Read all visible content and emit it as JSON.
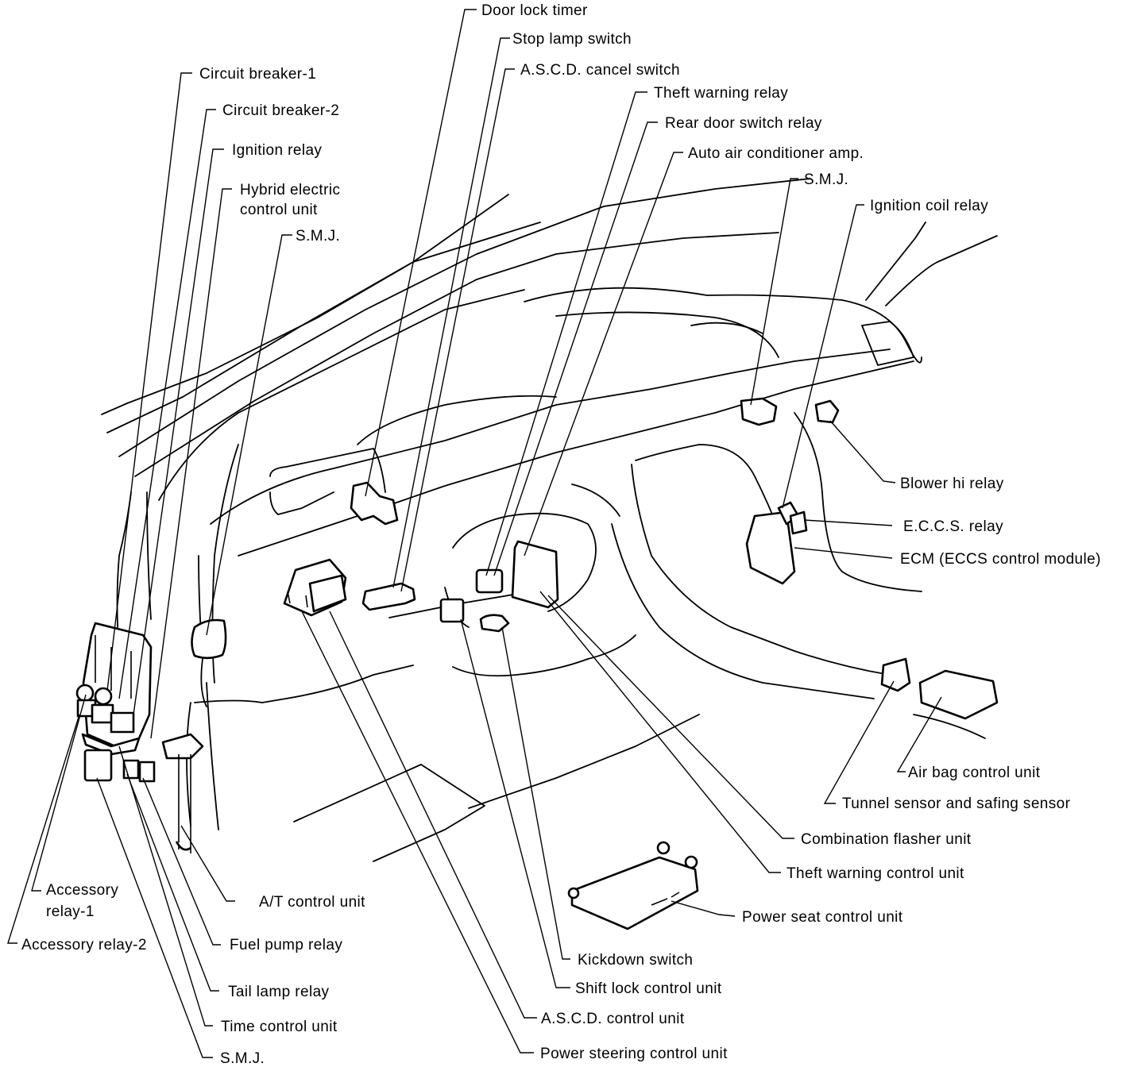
{
  "diagram": {
    "title": "Electrical units location",
    "colors": {
      "ink": "#000000",
      "background": "#ffffff"
    },
    "labels": [
      {
        "id": "door-lock-timer",
        "text": "Door lock timer"
      },
      {
        "id": "stop-lamp-switch",
        "text": "Stop lamp switch"
      },
      {
        "id": "ascd-cancel-switch",
        "text": "A.S.C.D. cancel switch"
      },
      {
        "id": "theft-warning-relay",
        "text": "Theft warning relay"
      },
      {
        "id": "rear-door-switch-relay",
        "text": "Rear door switch relay"
      },
      {
        "id": "auto-air-conditioner-amp",
        "text": "Auto air conditioner amp."
      },
      {
        "id": "smj-right",
        "text": "S.M.J."
      },
      {
        "id": "ignition-coil-relay",
        "text": "Ignition coil relay"
      },
      {
        "id": "circuit-breaker-1",
        "text": "Circuit breaker-1"
      },
      {
        "id": "circuit-breaker-2",
        "text": "Circuit breaker-2"
      },
      {
        "id": "ignition-relay",
        "text": "Ignition relay"
      },
      {
        "id": "hybrid-electric-control-unit",
        "text": "Hybrid electric",
        "text2": "control unit"
      },
      {
        "id": "smj-left-top",
        "text": "S.M.J."
      },
      {
        "id": "blower-hi-relay",
        "text": "Blower hi relay"
      },
      {
        "id": "eccs-relay",
        "text": "E.C.C.S. relay"
      },
      {
        "id": "ecm",
        "text": "ECM (ECCS control module)"
      },
      {
        "id": "air-bag-control-unit",
        "text": "Air bag control unit"
      },
      {
        "id": "tunnel-sensor",
        "text": "Tunnel sensor and safing sensor"
      },
      {
        "id": "combination-flasher-unit",
        "text": "Combination flasher unit"
      },
      {
        "id": "theft-warning-control-unit",
        "text": "Theft warning control unit"
      },
      {
        "id": "power-seat-control-unit",
        "text": "Power seat control unit"
      },
      {
        "id": "kickdown-switch",
        "text": "Kickdown switch"
      },
      {
        "id": "shift-lock-control-unit",
        "text": "Shift lock control unit"
      },
      {
        "id": "ascd-control-unit",
        "text": "A.S.C.D. control unit"
      },
      {
        "id": "power-steering-control-unit",
        "text": "Power steering control unit"
      },
      {
        "id": "accessory-relay-1",
        "text": "Accessory",
        "text2": "relay-1"
      },
      {
        "id": "accessory-relay-2",
        "text": "Accessory relay-2"
      },
      {
        "id": "at-control-unit",
        "text": "A/T control unit"
      },
      {
        "id": "fuel-pump-relay",
        "text": "Fuel pump relay"
      },
      {
        "id": "tail-lamp-relay",
        "text": "Tail lamp relay"
      },
      {
        "id": "time-control-unit",
        "text": "Time control unit"
      },
      {
        "id": "smj-bottom",
        "text": "S.M.J."
      }
    ]
  }
}
